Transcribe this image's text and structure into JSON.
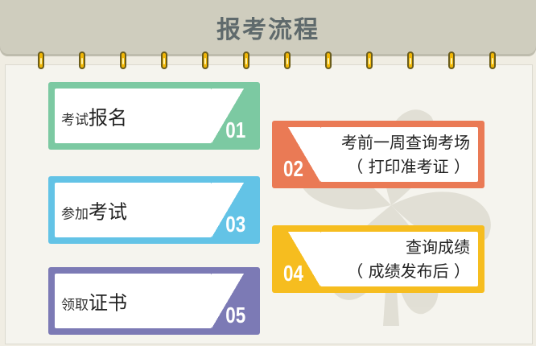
{
  "title": "报考流程",
  "colors": {
    "green": "#7cc9a2",
    "blue": "#63c3e6",
    "purple": "#7c7ab5",
    "orange": "#ea7a55",
    "yellow": "#f6bd1f"
  },
  "steps_left": [
    {
      "small": "考试",
      "big": "报名",
      "num": "01"
    },
    {
      "small": "参加",
      "big": "考试",
      "num": "03"
    },
    {
      "small": "领取",
      "big": "证书",
      "num": "05"
    }
  ],
  "steps_right": [
    {
      "line1": "考前一周查询考场",
      "line2": "（ 打印准考证 ）",
      "num": "02"
    },
    {
      "line1": "查询成绩",
      "line2": "（ 成绩发布后 ）",
      "num": "04"
    }
  ]
}
